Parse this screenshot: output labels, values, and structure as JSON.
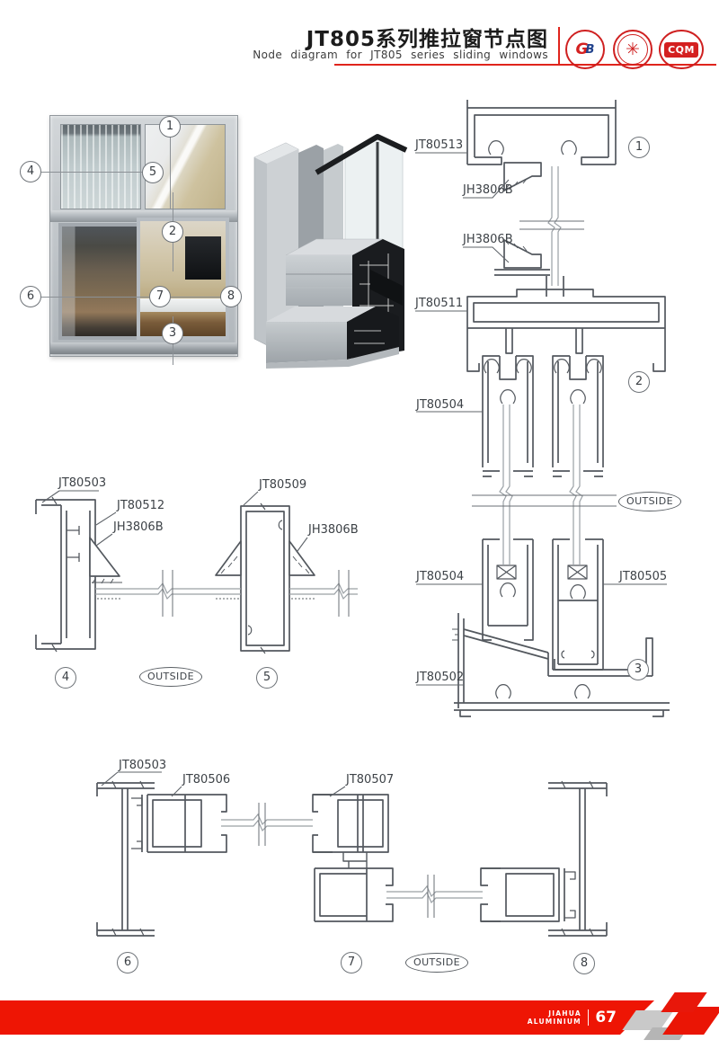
{
  "header": {
    "title": "JT805系列推拉窗节点图",
    "subtitle": "Node diagram for JT805 series sliding windows",
    "logo_gb_g": "G",
    "logo_gb_b": "B",
    "logo_star_glyph": "✳",
    "logo_cqm": "CQM"
  },
  "callouts": {
    "n1": "1",
    "n2": "2",
    "n3": "3",
    "n4": "4",
    "n5": "5",
    "n6": "6",
    "n7": "7",
    "n8": "8"
  },
  "labels": {
    "jt80513": "JT80513",
    "jt80511": "JT80511",
    "jt80504": "JT80504",
    "jt80505": "JT80505",
    "jt80502": "JT80502",
    "jt80503": "JT80503",
    "jt80512": "JT80512",
    "jt80509": "JT80509",
    "jt80506": "JT80506",
    "jt80507": "JT80507",
    "jh3806b": "JH3806B",
    "outside": "OUTSIDE"
  },
  "footer": {
    "brand_top": "JIAHUA",
    "brand_bottom": "ALUMINIUM",
    "page_number": "67"
  },
  "colors": {
    "accent_red": "#e8150c",
    "line_gray": "#53585e",
    "glass_gray": "#9aa0a5",
    "frame_silver": "#c2c6ca"
  }
}
